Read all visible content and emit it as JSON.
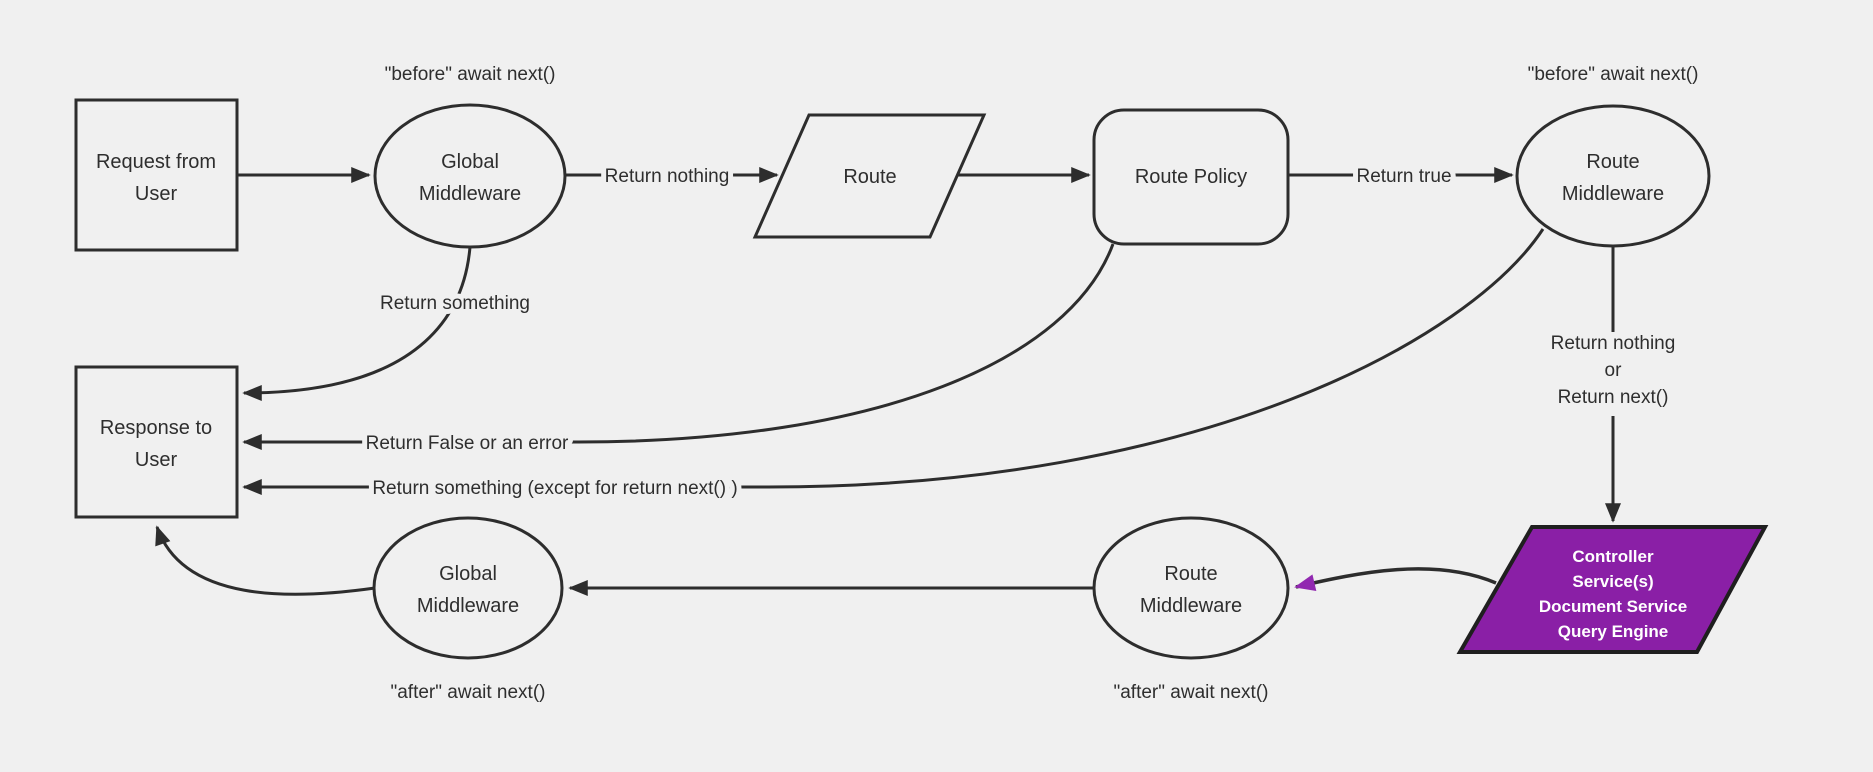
{
  "colors": {
    "background": "#f0f0f0",
    "line": "#2d2d2d",
    "text": "#2e2e2e",
    "purple_fill": "#8a1fa6",
    "purple_border": "#1f1f1f",
    "purple_arrow": "#9128b0",
    "purple_text": "#ffffff"
  },
  "nodes": {
    "request": {
      "lines": [
        "Request from",
        "User"
      ]
    },
    "global_middleware_top": {
      "lines": [
        "Global",
        "Middleware"
      ],
      "annotation": "\"before\" await next()"
    },
    "route": {
      "label": "Route"
    },
    "route_policy": {
      "label": "Route Policy"
    },
    "route_middleware_top": {
      "lines": [
        "Route",
        "Middleware"
      ],
      "annotation": "\"before\" await next()"
    },
    "response": {
      "lines": [
        "Response to",
        "User"
      ]
    },
    "global_middleware_bottom": {
      "lines": [
        "Global",
        "Middleware"
      ],
      "annotation": "\"after\" await next()"
    },
    "route_middleware_bottom": {
      "lines": [
        "Route",
        "Middleware"
      ],
      "annotation": "\"after\" await next()"
    },
    "controller_services": {
      "lines": [
        "Controller",
        "Service(s)",
        "Document Service",
        "Query Engine"
      ]
    }
  },
  "edges": {
    "return_nothing": {
      "label": "Return nothing"
    },
    "return_true": {
      "label": "Return true"
    },
    "return_something": {
      "label": "Return something"
    },
    "return_false": {
      "label": "Return False or an error"
    },
    "return_something_except": {
      "label": "Return something (except for return next() )"
    },
    "return_nothing_or_next": {
      "lines": [
        "Return nothing",
        "or",
        "Return next()"
      ]
    }
  }
}
